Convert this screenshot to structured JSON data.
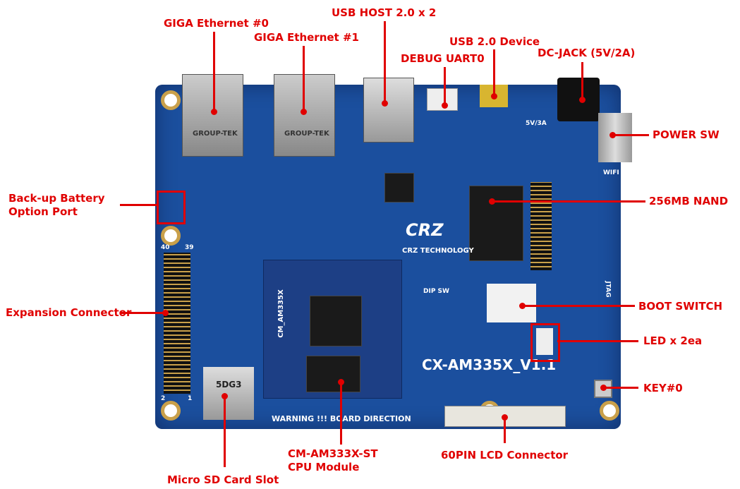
{
  "labels": {
    "eth0": "GIGA Ethernet #0",
    "eth1": "GIGA Ethernet #1",
    "usb_host": "USB HOST 2.0 x 2",
    "usb_device": "USB 2.0 Device",
    "debug_uart": "DEBUG UART0",
    "dc_jack": "DC-JACK (5V/2A)",
    "power_sw": "POWER SW",
    "battery_line1": "Back-up Battery",
    "battery_line2": "Option Port",
    "nand": "256MB NAND",
    "expansion": "Expansion Connector",
    "boot_switch": "BOOT SWITCH",
    "led": "LED x 2ea",
    "key": "KEY#0",
    "cpu_line1": "CM-AM333X-ST",
    "cpu_line2": "CPU Module",
    "lcd": "60PIN LCD Connector",
    "sd": "Micro SD Card Slot"
  },
  "board": {
    "model": "CX-AM335X_V1.1",
    "logo": "CRZ",
    "brand": "CRZ TECHNOLOGY",
    "warning": "WARNING !!! BOARD DIRECTION",
    "module_name": "CM_AM335X",
    "sd_text": "5DG3",
    "jack_text": "GROUP-TEK",
    "pin40": "40",
    "pin39": "39",
    "pin2": "2",
    "pin1": "1",
    "dip_label": "DIP SW",
    "jtag": "JTAG",
    "wifi": "WIFI",
    "voltage": "5V/3A"
  },
  "colors": {
    "annotation": "#e00000",
    "pcb": "#1b4f9e"
  }
}
